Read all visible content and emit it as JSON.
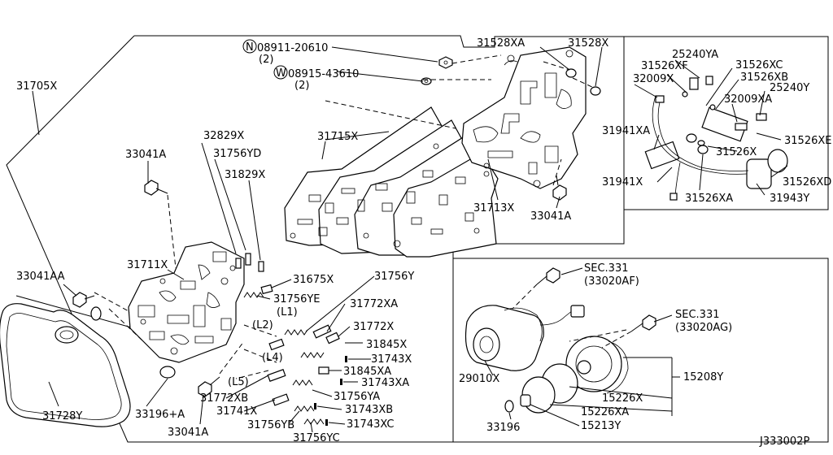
{
  "diagram": {
    "reference_code": "J333002P",
    "callouts": {
      "nut_n": "N",
      "nut_n_part": "08911-20610",
      "nut_n_qty": "(2)",
      "washer_w": "W",
      "washer_w_part": "08915-43610",
      "washer_w_qty": "(2)",
      "p31528XA": "31528XA",
      "p31528X": "31528X",
      "p25240YA": "25240YA",
      "p31526XF": "31526XF",
      "p31526XC": "31526XC",
      "p32009X": "32009X",
      "p31526XB": "31526XB",
      "p25240Y": "25240Y",
      "p32009XA": "32009XA",
      "p31941XA": "31941XA",
      "p31526XE": "31526XE",
      "p31526X": "31526X",
      "p31941X": "31941X",
      "p31526XD": "31526XD",
      "p31526XA": "31526XA",
      "p31943Y": "31943Y",
      "p31705X": "31705X",
      "p31715X": "31715X",
      "p31713X": "31713X",
      "p33041A_top": "33041A",
      "p33041A_mid": "33041A",
      "p32829X": "32829X",
      "p31756YD": "31756YD",
      "p31829X": "31829X",
      "p31711X": "31711X",
      "p33041AA": "33041AA",
      "p31675X": "31675X",
      "p31756Y": "31756Y",
      "p31756YE": "31756YE",
      "L1": "(L1)",
      "L2": "(L2)",
      "L4": "(L4)",
      "L5": "(L5)",
      "p31772XA": "31772XA",
      "p31772X": "31772X",
      "p31845X": "31845X",
      "p31743X": "31743X",
      "p31845XA": "31845XA",
      "p31743XA": "31743XA",
      "p31756YA": "31756YA",
      "p31743XB": "31743XB",
      "p31743XC": "31743XC",
      "p31772XB": "31772XB",
      "p31741X": "31741X",
      "p31756YB": "31756YB",
      "p31756YC": "31756YC",
      "p33196A": "33196+A",
      "p33041A_bot": "33041A",
      "p31728Y": "31728Y",
      "sec331_a": "SEC.331",
      "sec331_a_ref": "(33020AF)",
      "sec331_b": "SEC.331",
      "sec331_b_ref": "(33020AG)",
      "p29010X": "29010X",
      "p15208Y": "15208Y",
      "p15226X": "15226X",
      "p15226XA": "15226XA",
      "p33196": "33196",
      "p15213Y": "15213Y"
    }
  }
}
